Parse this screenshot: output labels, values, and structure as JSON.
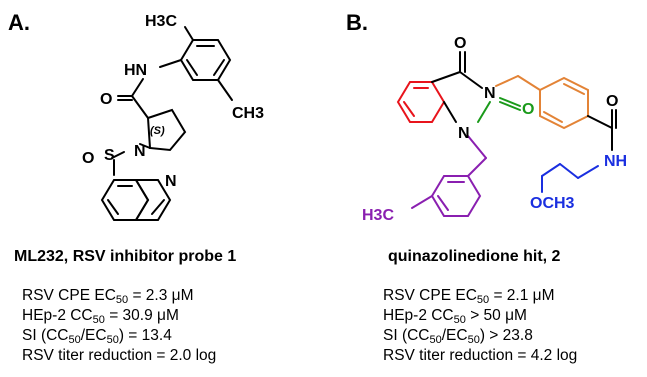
{
  "panel_a": {
    "label": "A.",
    "caption": "ML232, RSV inhibitor probe 1",
    "atoms": {
      "h3c": "H3C",
      "ch3": "CH3",
      "hn": "HN",
      "o": "O",
      "s_stereo": "(S)",
      "sulfonyl_o": "O",
      "s": "S",
      "n_ring": "N",
      "n_quin": "N"
    },
    "properties": [
      {
        "prefix": "RSV CPE EC",
        "sub": "50",
        "suffix": " = 2.3 μM"
      },
      {
        "prefix": "HEp-2 CC",
        "sub": "50",
        "suffix": " = 30.9 μM"
      },
      {
        "prefix": "SI (CC",
        "sub": "50",
        "mid": "/EC",
        "sub2": "50",
        "suffix": ") = 13.4"
      },
      {
        "prefix": "RSV titer reduction = 2.0 log"
      }
    ]
  },
  "panel_b": {
    "label": "B.",
    "caption": "quinazolinedione hit, 2",
    "atoms": {
      "o_top": "O",
      "n3": "N",
      "n1": "N",
      "o_mid": "O",
      "o_amide": "O",
      "nh": "NH",
      "och3": "OCH3",
      "h3c": "H3C"
    },
    "properties": [
      {
        "prefix": "RSV CPE EC",
        "sub": "50",
        "suffix": " = 2.1 μM"
      },
      {
        "prefix": "HEp-2 CC",
        "sub": "50",
        "suffix": " > 50 μM"
      },
      {
        "prefix": "SI (CC",
        "sub": "50",
        "mid": "/EC",
        "sub2": "50",
        "suffix": ") > 23.8"
      },
      {
        "prefix": "RSV titer reduction = 4.2 log"
      }
    ]
  },
  "colors": {
    "benzo_ring": "#e8141c",
    "urea": "#1a9a1a",
    "methylbenzyl": "#8a1fb0",
    "benzamide": "#e38336",
    "methoxypropyl": "#1a2fe0"
  }
}
